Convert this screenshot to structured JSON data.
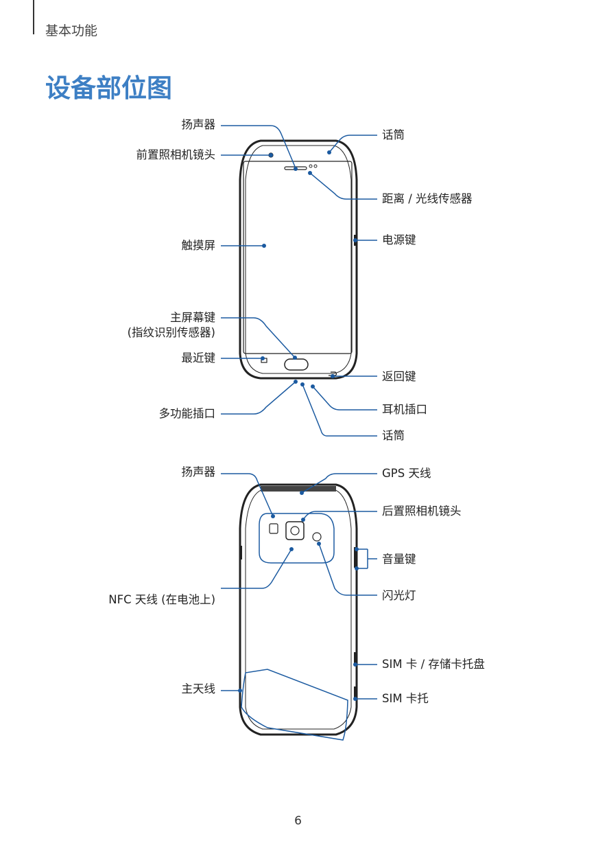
{
  "header": {
    "section": "基本功能"
  },
  "title": "设备部位图",
  "front_labels": {
    "speaker": "扬声器",
    "front_camera": "前置照相机镜头",
    "touchscreen": "触摸屏",
    "home_key_line1": "主屏幕键",
    "home_key_line2": "(指纹识别传感器)",
    "recent_key": "最近键",
    "multipurpose_jack": "多功能插口",
    "microphone_top": "话筒",
    "proximity_sensor": "距离 / 光线传感器",
    "power_key": "电源键",
    "back_key": "返回键",
    "earphone_jack": "耳机插口",
    "microphone_bottom": "话筒"
  },
  "back_labels": {
    "speaker": "扬声器",
    "nfc_antenna": "NFC 天线 (在电池上)",
    "main_antenna": "主天线",
    "gps_antenna": "GPS 天线",
    "rear_camera": "后置照相机镜头",
    "volume_key": "音量键",
    "flash": "闪光灯",
    "sim_memory_tray": "SIM 卡 / 存储卡托盘",
    "sim_tray": "SIM 卡托"
  },
  "page_number": "6"
}
